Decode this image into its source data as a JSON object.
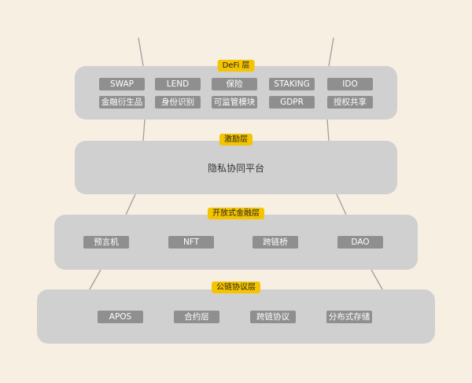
{
  "layers": {
    "defi": {
      "title": "DeFi 层",
      "row1": [
        "SWAP",
        "LEND",
        "保险",
        "STAKING",
        "IDO"
      ],
      "row2": [
        "金融衍生品",
        "身份识别",
        "可监管模块",
        "GDPR",
        "授权共享"
      ]
    },
    "incentive": {
      "title": "激励层",
      "content": "隐私协同平台"
    },
    "open_finance": {
      "title": "开放式金融层",
      "items": [
        "预言机",
        "NFT",
        "跨链桥",
        "DAO"
      ]
    },
    "public_chain": {
      "title": "公链协议层",
      "items": [
        "APOS",
        "合约层",
        "跨链协议",
        "分布式存储"
      ]
    }
  },
  "colors": {
    "background": "#f7efe2",
    "layer": "#d0d0d0",
    "chip": "#8f8f8f",
    "title_badge": "#f5c400",
    "connector": "#9e9e9e"
  }
}
